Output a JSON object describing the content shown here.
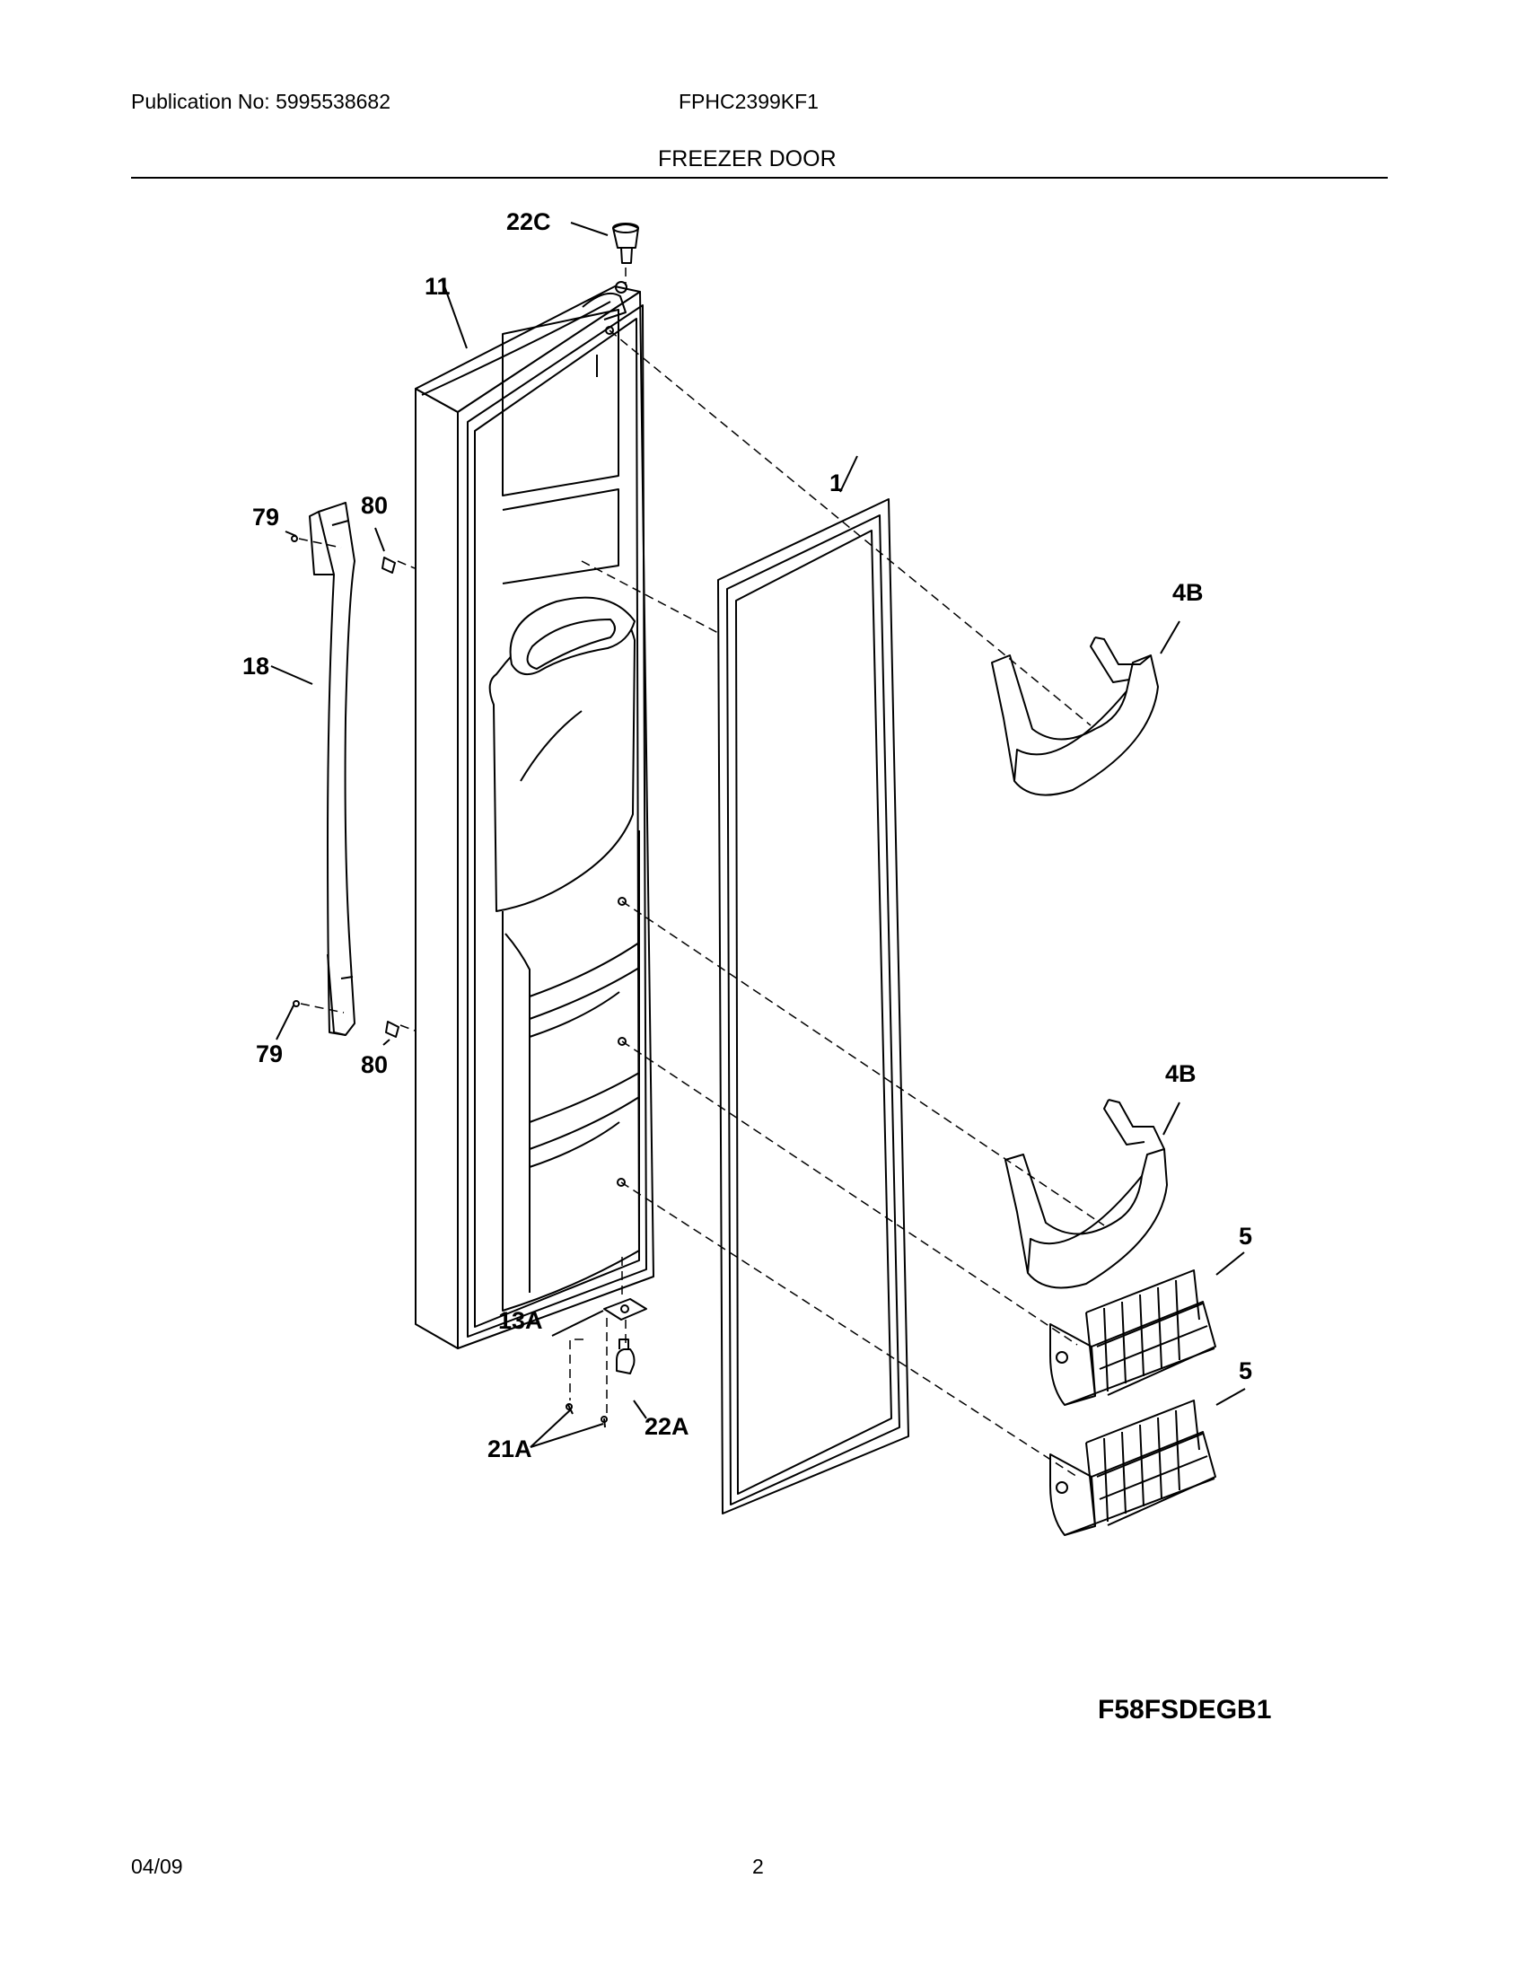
{
  "header": {
    "publication": "Publication No: 5995538682",
    "model": "FPHC2399KF1",
    "section": "FREEZER DOOR"
  },
  "callouts": {
    "c22C": "22C",
    "c11": "11",
    "c1": "1",
    "c79_top": "79",
    "c80_top": "80",
    "c4B_top": "4B",
    "c18": "18",
    "c79_bottom": "79",
    "c80_bottom": "80",
    "c4B_bottom": "4B",
    "c5_top": "5",
    "c13A": "13A",
    "c5_bottom": "5",
    "c22A": "22A",
    "c21A": "21A"
  },
  "figure_code": "F58FSDEGB1",
  "footer": {
    "date": "04/09",
    "page": "2"
  }
}
